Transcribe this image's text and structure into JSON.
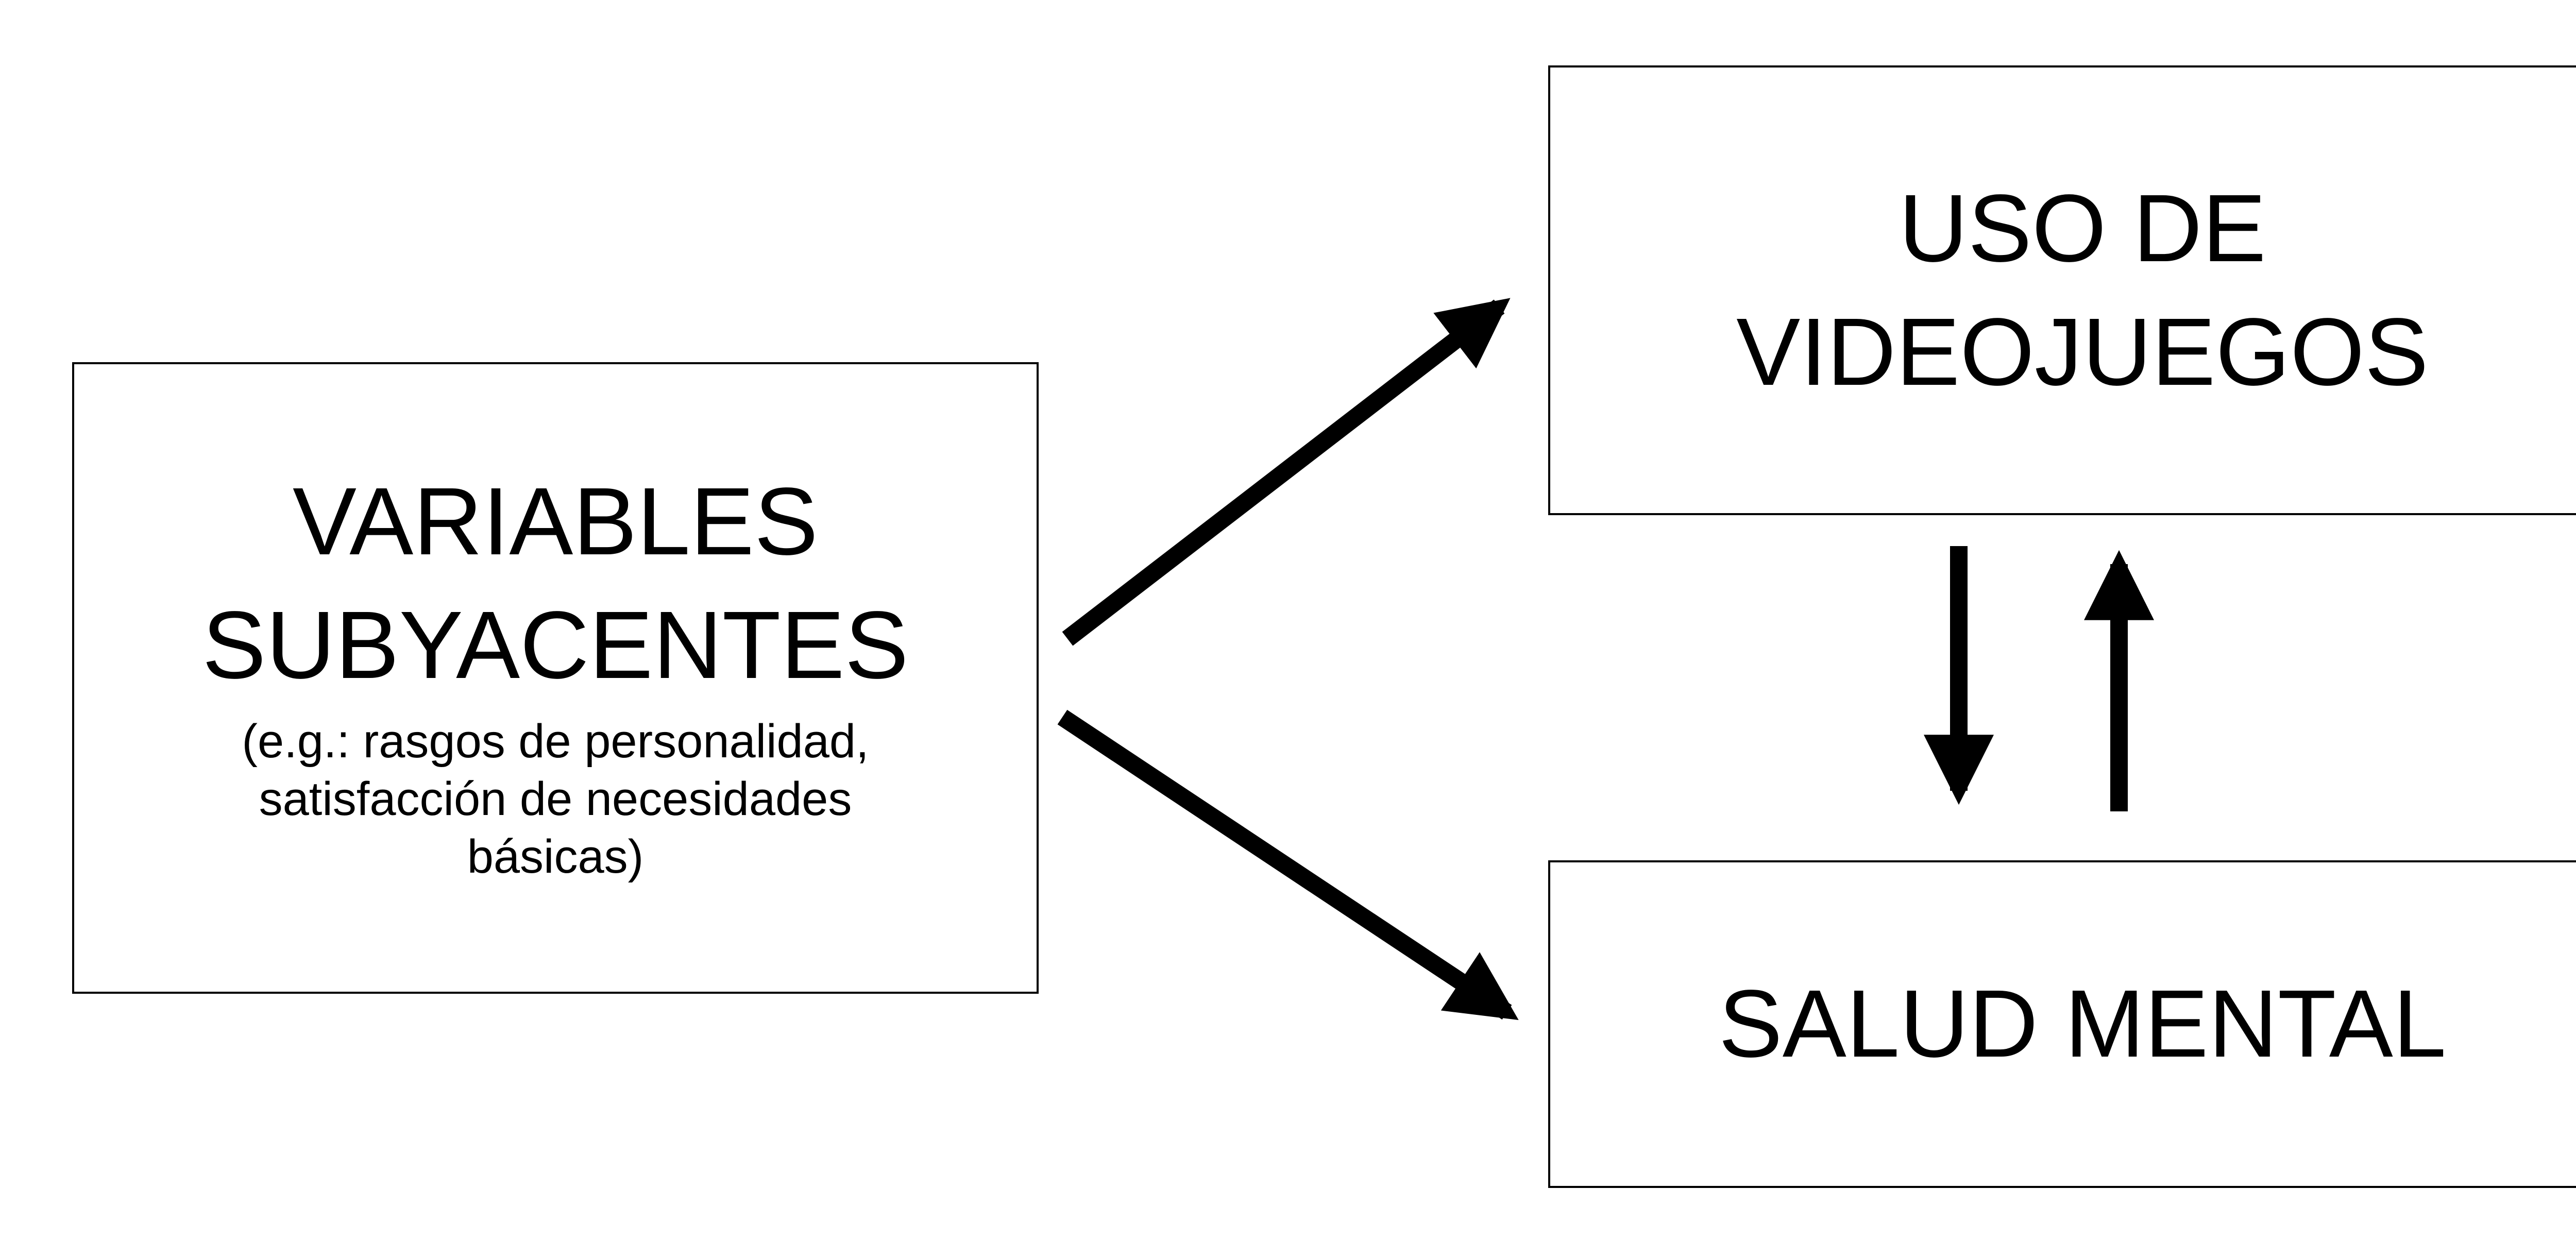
{
  "boxes": {
    "variables": {
      "title_lines": [
        "VARIABLES",
        "SUBYACENTES"
      ],
      "note": "(e.g.: rasgos de personalidad,\nsatisfacción de necesidades\nbásicas)"
    },
    "uso_videojuegos": {
      "title_lines": [
        "USO DE",
        "VIDEOJUEGOS"
      ]
    },
    "salud_mental": {
      "title_lines": [
        "SALUD MENTAL"
      ]
    }
  },
  "edges": [
    {
      "from": "variables",
      "to": "uso_videojuegos",
      "direction": "one-way"
    },
    {
      "from": "variables",
      "to": "salud_mental",
      "direction": "one-way"
    },
    {
      "from": "uso_videojuegos",
      "to": "salud_mental",
      "direction": "one-way"
    },
    {
      "from": "salud_mental",
      "to": "uso_videojuegos",
      "direction": "one-way"
    }
  ],
  "colors": {
    "line": "#000000",
    "background": "#ffffff"
  }
}
